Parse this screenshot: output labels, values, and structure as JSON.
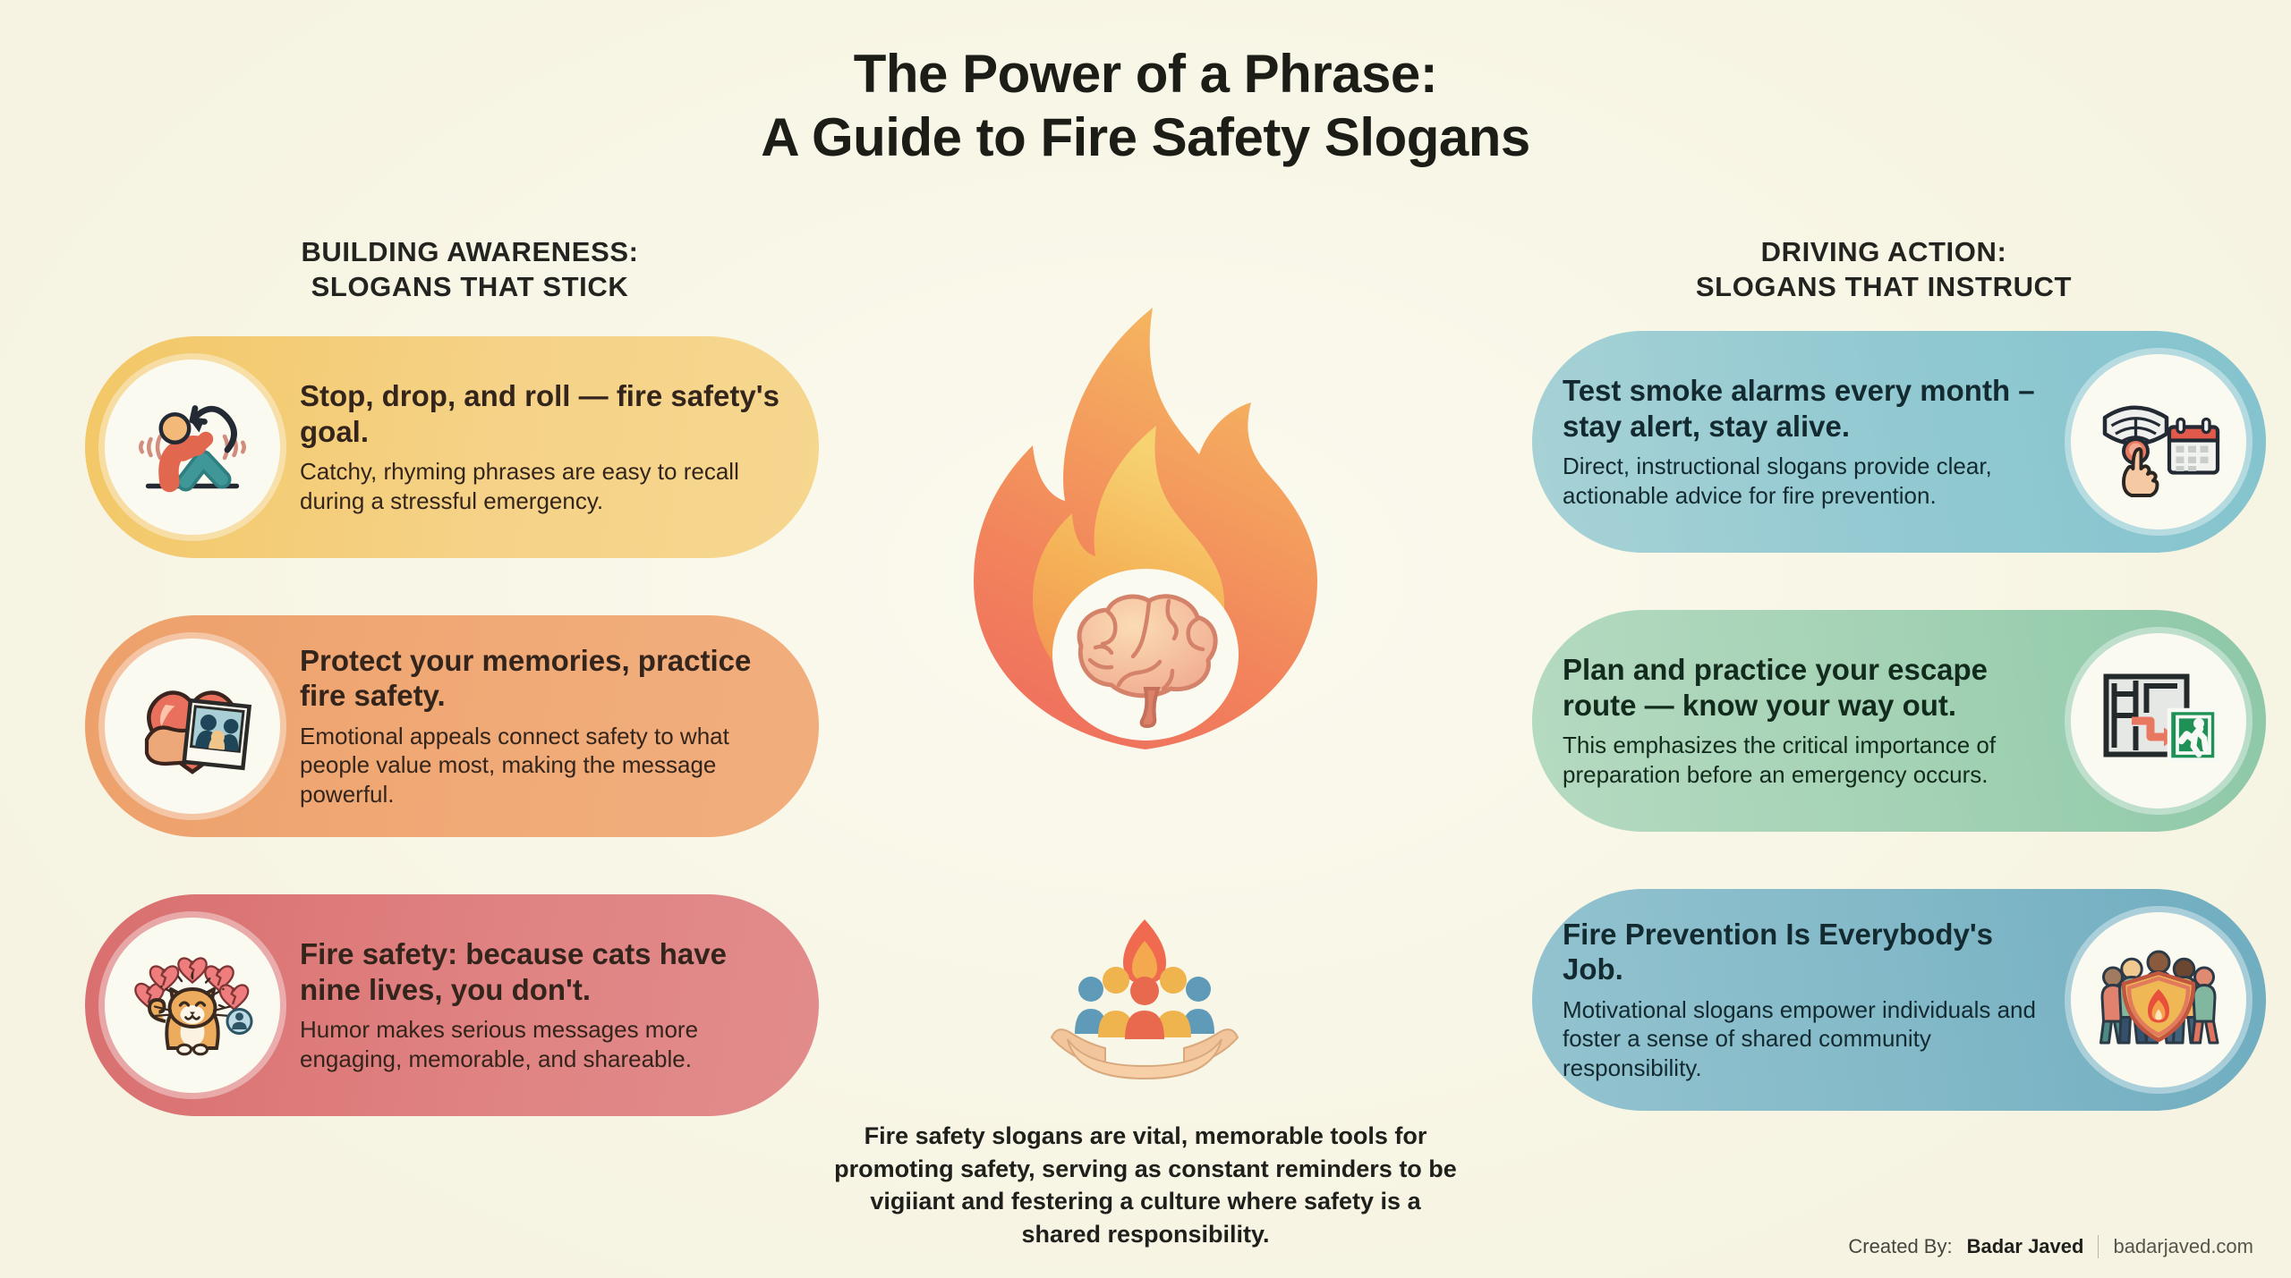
{
  "title": {
    "line1": "The Power of a Phrase:",
    "line2": "A Guide to Fire Safety Slogans"
  },
  "columns": {
    "left": {
      "header_line1": "Building Awareness:",
      "header_line2": "Slogans That Stick",
      "cards": [
        {
          "slogan": "Stop, drop, and roll — fire safety's goal.",
          "description": "Catchy, rhyming phrases are easy to recall during a stressful emergency.",
          "icon": "stop-drop-roll-icon",
          "color": "#f2c766"
        },
        {
          "slogan": "Protect your memories, practice fire safety.",
          "description": "Emotional appeals connect safety to what people value most, making the message powerful.",
          "icon": "heart-photo-icon",
          "color": "#eda06a"
        },
        {
          "slogan": "Fire safety: because cats have nine lives, you don't.",
          "description": "Humor makes serious messages more engaging, memorable, and shareable.",
          "icon": "cat-hearts-icon",
          "color": "#d96f6f"
        }
      ]
    },
    "right": {
      "header_line1": "Driving Action:",
      "header_line2": "Slogans That Instruct",
      "cards": [
        {
          "slogan": "Test smoke alarms every month – stay alert, stay alive.",
          "description": "Direct, instructional slogans provide clear, actionable advice for fire prevention.",
          "icon": "smoke-alarm-calendar-icon",
          "color": "#84c4ce"
        },
        {
          "slogan": "Plan and practice your escape route — know your way out.",
          "description": "This emphasizes the critical importance of preparation before an emergency occurs.",
          "icon": "escape-route-exit-icon",
          "color": "#8dc8a8"
        },
        {
          "slogan": "Fire Prevention Is Everybody's Job.",
          "description": "Motivational slogans empower individuals and foster a sense of shared community responsibility.",
          "icon": "community-shield-icon",
          "color": "#6fadc0"
        }
      ]
    }
  },
  "center": {
    "flame_icon": "flame-brain-icon",
    "hands_icon": "hands-community-flame-icon",
    "caption": "Fire safety slogans are vital, memorable tools for promoting safety, serving as constant reminders to be vigiiant and festering a culture where safety is a shared responsibility."
  },
  "footer": {
    "created_label": "Created By:",
    "author": "Badar Javed",
    "website": "badarjaved.com"
  }
}
